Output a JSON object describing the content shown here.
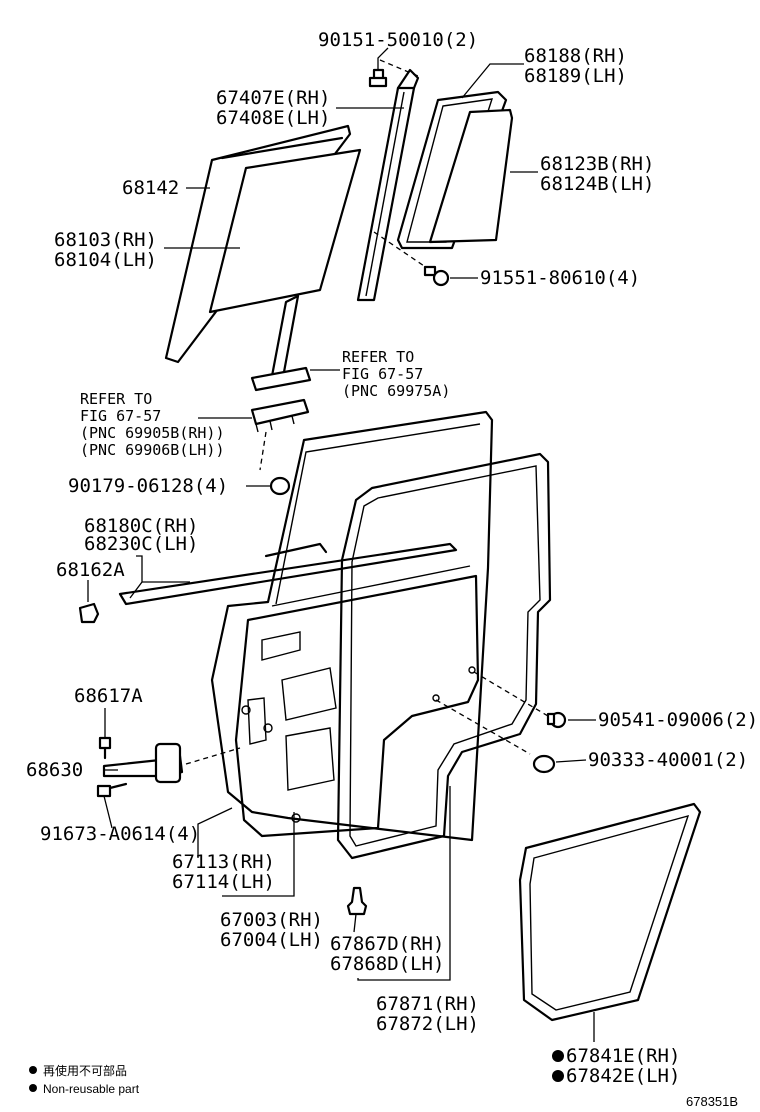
{
  "labels": {
    "bolt_top": "90151-50010(2)",
    "run_channel_rh": "68188(RH)",
    "run_channel_lh": "68189(LH)",
    "division_bar_rh": "67407E(RH)",
    "division_bar_lh": "67408E(LH)",
    "run_68142": "68142",
    "quarter_glass_rh": "68123B(RH)",
    "quarter_glass_lh": "68124B(LH)",
    "door_glass_rh": "68103(RH)",
    "door_glass_lh": "68104(LH)",
    "screw_91551": "91551-80610(4)",
    "refer_a_1": "REFER TO",
    "refer_a_2": "FIG 67-57",
    "refer_a_3": "(PNC 69975A)",
    "refer_b_1": "REFER TO",
    "refer_b_2": "FIG 67-57",
    "refer_b_3": "(PNC 69905B(RH))",
    "refer_b_4": "(PNC 69906B(LH))",
    "clip_90179": "90179-06128(4)",
    "belt_rh": "68180C(RH)",
    "belt_lh": "68230C(LH)",
    "cap_68162a": "68162A",
    "bolt_68617a": "68617A",
    "check_68630": "68630",
    "bolt_91673": "91673-A0614(4)",
    "panel_rh": "67113(RH)",
    "panel_lh": "67114(LH)",
    "door_rh": "67003(RH)",
    "door_lh": "67004(LH)",
    "clip_67867_rh": "67867D(RH)",
    "clip_67868_lh": "67868D(LH)",
    "weatherstrip_rh": "67871(RH)",
    "weatherstrip_lh": "67872(LH)",
    "plug_90541": "90541-09006(2)",
    "plug_90333": "90333-40001(2)",
    "cover_rh": "67841E(RH)",
    "cover_lh": "67842E(LH)"
  },
  "legend": {
    "line_jp": "再使用不可部品",
    "line_en": "Non-reusable part"
  },
  "figure_number": "678351B"
}
